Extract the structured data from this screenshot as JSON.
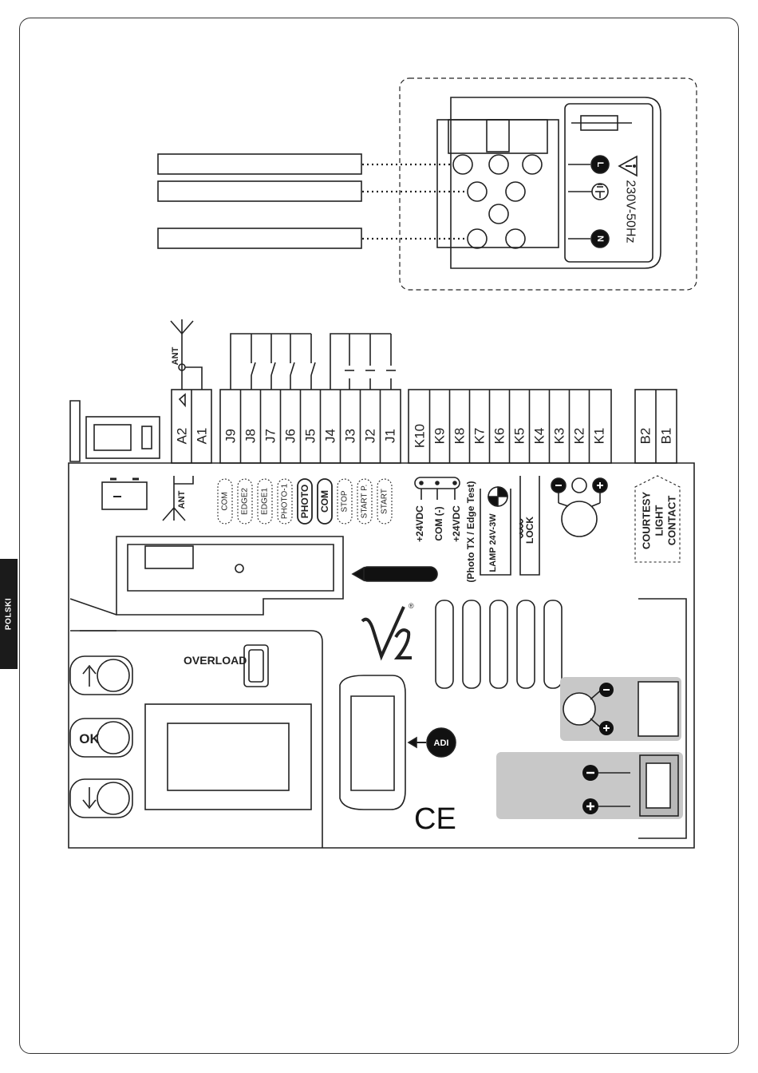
{
  "side_tab": {
    "label": "POLSKI"
  },
  "mains": {
    "voltage": "230V-50Hz",
    "phase": "L",
    "neutral": "N"
  },
  "antenna": {
    "label": "ANT"
  },
  "terminals": {
    "a": [
      "A2",
      "A1"
    ],
    "j": [
      "J9",
      "J8",
      "J7",
      "J6",
      "J5",
      "J4",
      "J3",
      "J2",
      "J1"
    ],
    "k": [
      "K10",
      "K9",
      "K8",
      "K7",
      "K6",
      "K5",
      "K4",
      "K3",
      "K2",
      "K1"
    ],
    "b": [
      "B2",
      "B1"
    ]
  },
  "input_labels": [
    "COM",
    "EDGE2",
    "EDGE1",
    "PHOTO-1",
    "PHOTO",
    "COM",
    "STOP",
    "START P.",
    "START"
  ],
  "power_labels": [
    "+24VDC",
    "COM (-)",
    "+24VDC",
    "(Photo TX / Edge Test)"
  ],
  "output_labels": {
    "lamp": "LAMP 24V-3W",
    "lock": "LOCK"
  },
  "courtesy": [
    "COURTESY",
    "LIGHT",
    "CONTACT"
  ],
  "board": {
    "overload": "OVERLOAD",
    "ok_button": "OK",
    "ce_mark": "CE",
    "adi": "ADI",
    "brand": "V2",
    "registered": "®"
  },
  "polarity": {
    "minus": "−",
    "plus": "+"
  }
}
